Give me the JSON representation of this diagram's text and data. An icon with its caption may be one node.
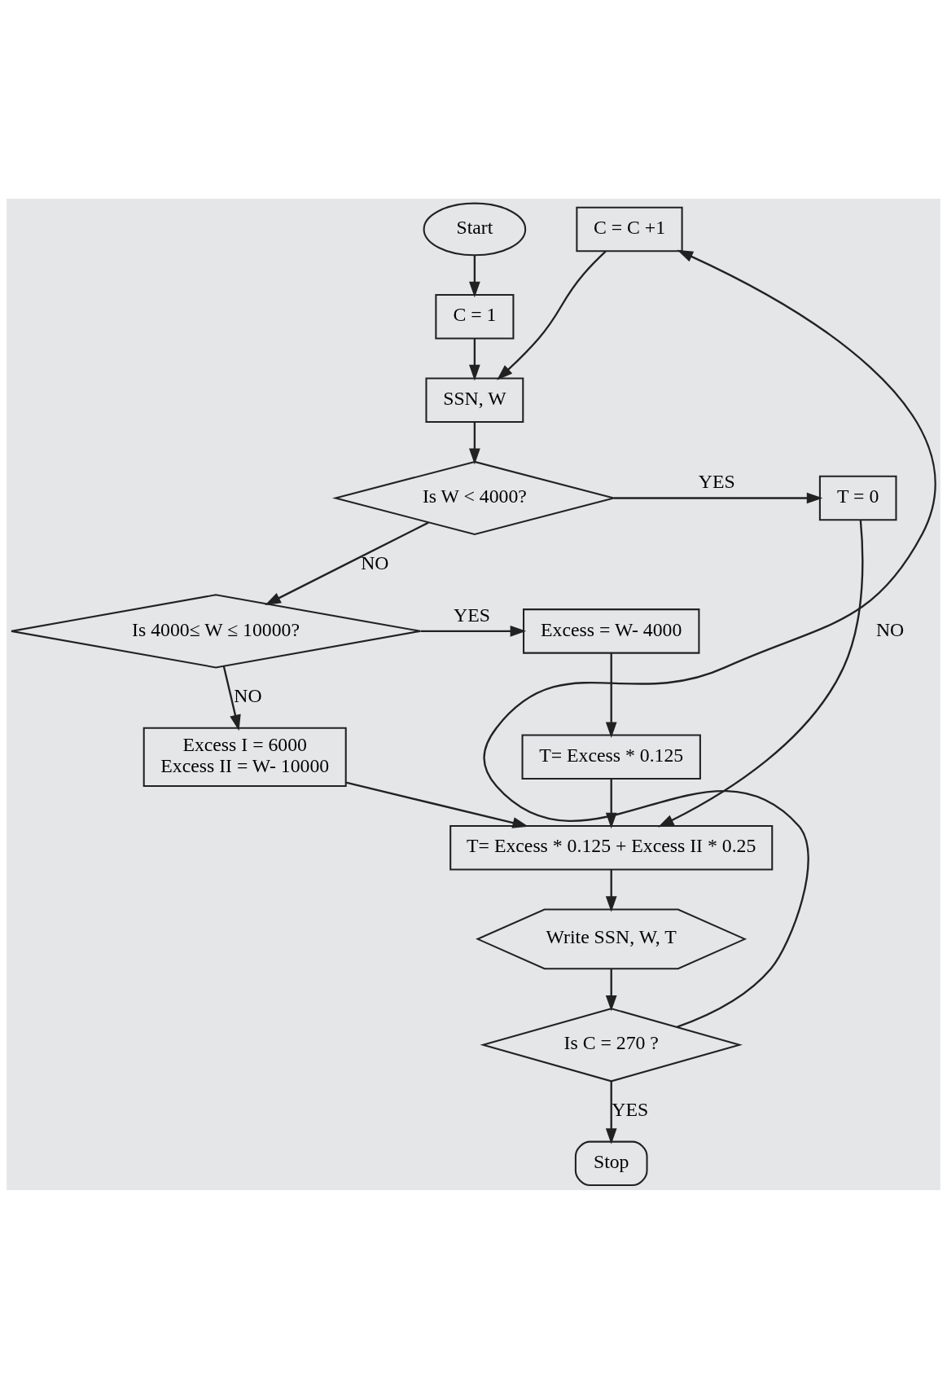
{
  "diagram": {
    "nodes": [
      {
        "text": [
          "Start"
        ]
      },
      {
        "text": [
          "C = 1"
        ]
      },
      {
        "text": [
          "SSN, W"
        ]
      },
      {
        "text": [
          "Is W < 4000?"
        ]
      },
      {
        "text": [
          "T = 0"
        ]
      },
      {
        "text": [
          "C = C +1"
        ]
      },
      {
        "text": [
          "Is 4000≤ W ≤ 10000?"
        ]
      },
      {
        "text": [
          "Excess = W- 4000"
        ]
      },
      {
        "text": [
          "Excess I = 6000",
          "Excess II = W- 10000"
        ]
      },
      {
        "text": [
          "T= Excess * 0.125"
        ]
      },
      {
        "text": [
          "T= Excess * 0.125 + Excess II * 0.25"
        ]
      },
      {
        "text": [
          "Write SSN, W, T"
        ]
      },
      {
        "text": [
          "Is C = 270 ?"
        ]
      },
      {
        "text": [
          "Stop"
        ]
      }
    ],
    "edges": [
      {
        "from": 0,
        "to": 1,
        "arrow": "to"
      },
      {
        "from": 1,
        "to": 2,
        "arrow": "to"
      },
      {
        "from": 2,
        "to": 3,
        "arrow": "to"
      },
      {
        "from": 3,
        "to": 4,
        "arrow": "to",
        "label": "YES"
      },
      {
        "from": 4,
        "to": 10,
        "arrow": "to"
      },
      {
        "from": 3,
        "to": 6,
        "arrow": "to",
        "label": "NO"
      },
      {
        "from": 6,
        "to": 7,
        "arrow": "to",
        "label": "YES"
      },
      {
        "from": 6,
        "to": 8,
        "arrow": "to",
        "label": "NO"
      },
      {
        "from": 7,
        "to": 9,
        "arrow": "to"
      },
      {
        "from": 9,
        "to": 10,
        "arrow": "to"
      },
      {
        "from": 8,
        "to": 10,
        "arrow": "to"
      },
      {
        "from": 10,
        "to": 11,
        "arrow": "to"
      },
      {
        "from": 11,
        "to": 12,
        "arrow": "to"
      },
      {
        "from": 12,
        "to": 5,
        "arrow": "to",
        "label": "NO"
      },
      {
        "from": 5,
        "to": 2,
        "arrow": "to"
      },
      {
        "from": 12,
        "to": 13,
        "arrow": "to",
        "label": "YES"
      }
    ]
  }
}
